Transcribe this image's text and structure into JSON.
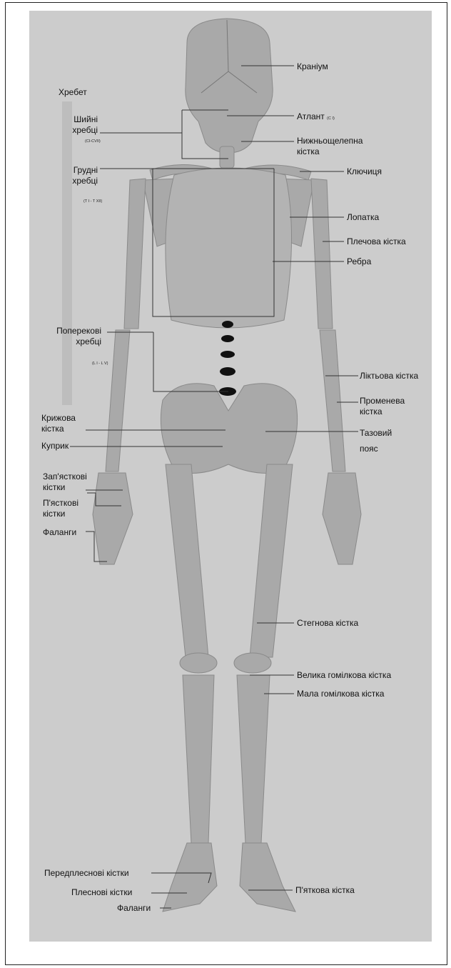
{
  "labels": {
    "spine": "Хребет",
    "cervical": "Шийні\nхребці",
    "cervical_range": "(CI-CVII)",
    "thoracic": "Грудні\nхребці",
    "thoracic_range": "(T I - T XII)",
    "lumbar": "Поперекові\nхребці",
    "lumbar_range": "(L I - L V)",
    "sacrum": "Крижова\nкістка",
    "coccyx": "Куприк",
    "carpals": "Зап'ясткові\nкістки",
    "metacarpals": "П'ясткові\nкістки",
    "phalanges_hand": "Фаланги",
    "tarsals": "Передплеснові кістки",
    "metatarsals": "Плеснові кістки",
    "phalanges_foot": "Фаланги",
    "cranium": "Краніум",
    "atlas": "Атлант",
    "atlas_sub": "(C I)",
    "mandible": "Нижньощелепна\nкістка",
    "clavicle": "Ключиця",
    "scapula": "Лопатка",
    "humerus": "Плечова кістка",
    "ribs": "Ребра",
    "ulna": "Ліктьова кістка",
    "radius": "Променева\nкістка",
    "pelvis": "Тазовий\nпояс",
    "femur": "Стегнова кістка",
    "tibia": "Велика гомілкова кістка",
    "fibula": "Мала гомілкова кістка",
    "calcaneus": "П'яткова кістка"
  },
  "colors": {
    "background": "#cccccc",
    "bone": "#a9a9a9",
    "bone_shade": "#8f8f8f",
    "vertebra_dark": "#111111",
    "leader": "#333333"
  }
}
